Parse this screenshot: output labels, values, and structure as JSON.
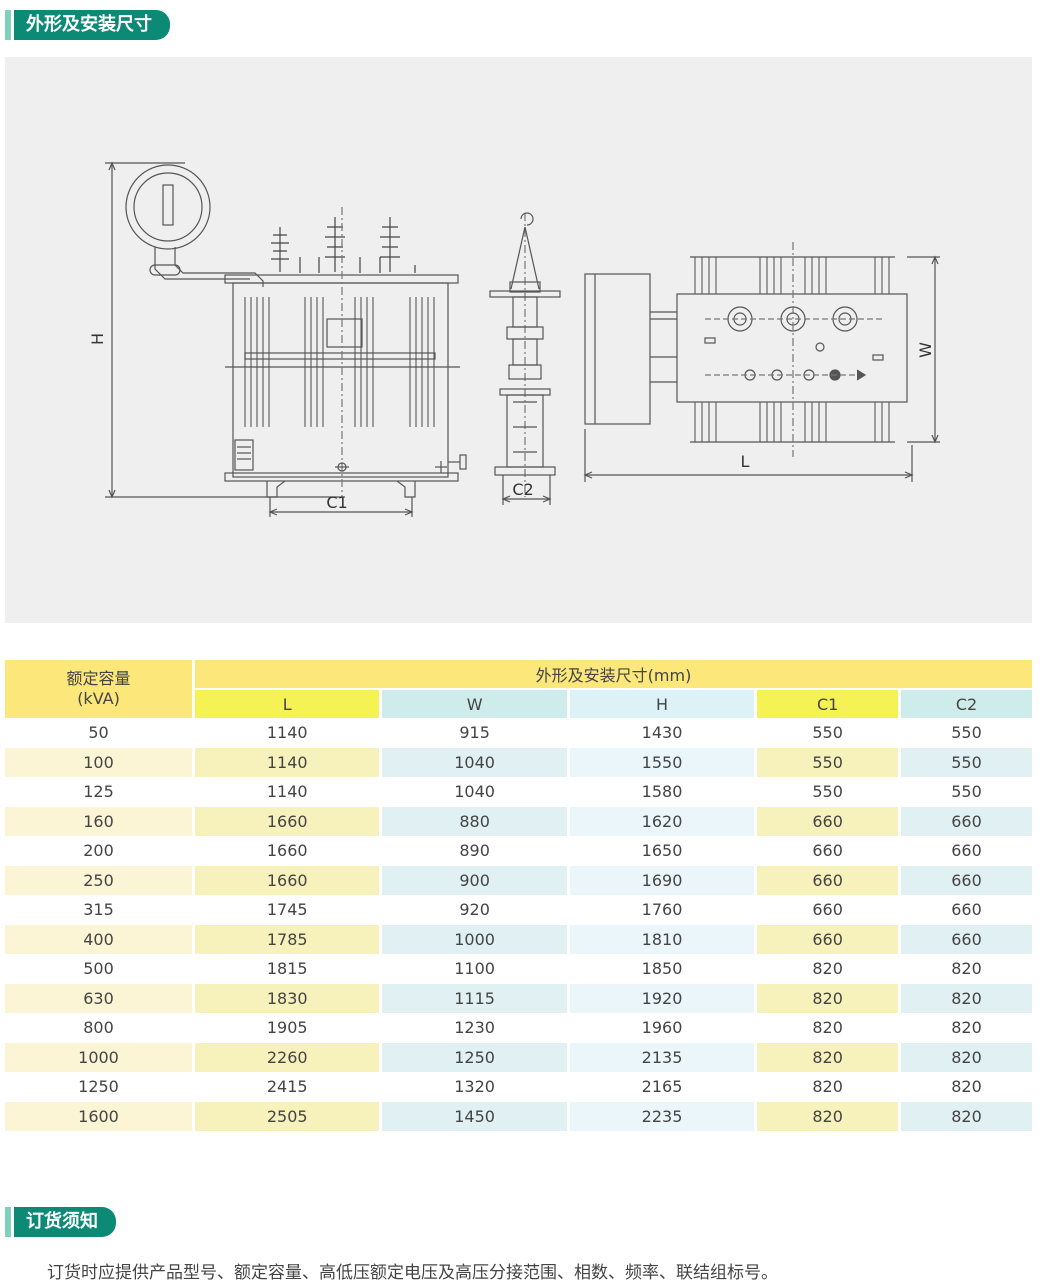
{
  "sections": {
    "dimensions_title": "外形及安装尺寸",
    "order_title": "订货须知"
  },
  "drawing": {
    "labels": {
      "H": "H",
      "C1": "C1",
      "C2": "C2",
      "L": "L",
      "W": "W"
    }
  },
  "table": {
    "capacity_header_line1": "额定容量",
    "capacity_header_line2": "(kVA)",
    "group_header": "外形及安装尺寸(mm)",
    "columns": [
      "L",
      "W",
      "H",
      "C1",
      "C2"
    ],
    "rows": [
      [
        "50",
        "1140",
        "915",
        "1430",
        "550",
        "550"
      ],
      [
        "100",
        "1140",
        "1040",
        "1550",
        "550",
        "550"
      ],
      [
        "125",
        "1140",
        "1040",
        "1580",
        "550",
        "550"
      ],
      [
        "160",
        "1660",
        "880",
        "1620",
        "660",
        "660"
      ],
      [
        "200",
        "1660",
        "890",
        "1650",
        "660",
        "660"
      ],
      [
        "250",
        "1660",
        "900",
        "1690",
        "660",
        "660"
      ],
      [
        "315",
        "1745",
        "920",
        "1760",
        "660",
        "660"
      ],
      [
        "400",
        "1785",
        "1000",
        "1810",
        "660",
        "660"
      ],
      [
        "500",
        "1815",
        "1100",
        "1850",
        "820",
        "820"
      ],
      [
        "630",
        "1830",
        "1115",
        "1920",
        "820",
        "820"
      ],
      [
        "800",
        "1905",
        "1230",
        "1960",
        "820",
        "820"
      ],
      [
        "1000",
        "2260",
        "1250",
        "2135",
        "820",
        "820"
      ],
      [
        "1250",
        "2415",
        "1320",
        "2165",
        "820",
        "820"
      ],
      [
        "1600",
        "2505",
        "1450",
        "2235",
        "820",
        "820"
      ]
    ]
  },
  "order_note": "订货时应提供产品型号、额定容量、高低压额定电压及高压分接范围、相数、频率、联结组标号。",
  "colors": {
    "tab_green": "#0d8a76",
    "tab_stripe": "#7fd0bf",
    "header_yellow": "#fbe77a",
    "sub_yellow": "#f5f254",
    "sub_blue": "#cfecec",
    "panel_gray": "#efefef"
  }
}
